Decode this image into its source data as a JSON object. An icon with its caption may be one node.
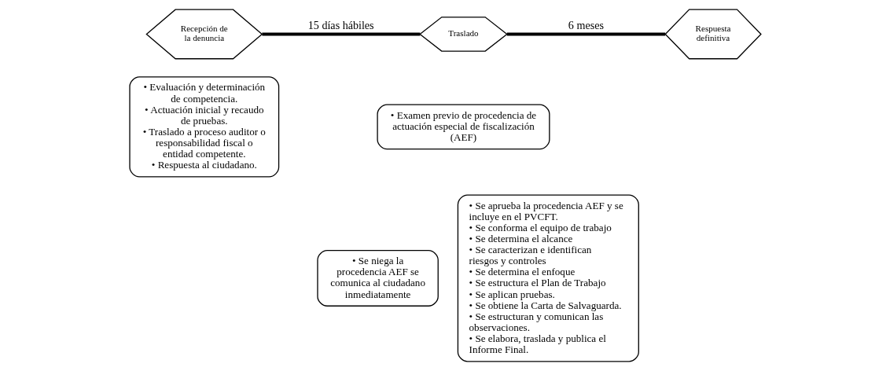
{
  "diagram": {
    "nodes": [
      {
        "text": [
          "Recepción de la denuncia"
        ]
      },
      {
        "text": [
          "Traslado"
        ]
      },
      {
        "text": [
          "Respuesta definitiva"
        ]
      },
      {
        "text": [
          "• Evaluación y determinación de competencia.",
          "• Actuación inicial y recaudo de pruebas.",
          "• Traslado a proceso auditor o responsabilidad fiscal o entidad competente.",
          "• Respuesta al ciudadano."
        ]
      },
      {
        "text": [
          "• Examen previo de procedencia de actuación especial de fiscalización (AEF)"
        ]
      },
      {
        "text": [
          "• Se niega la procedencia AEF se comunica al ciudadano inmediatamente"
        ]
      },
      {
        "text": [
          "• Se aprueba la procedencia AEF y se incluye en el PVCFT.",
          "• Se conforma el equipo de trabajo",
          "• Se determina el alcance",
          "• Se caracterizan e identifican riesgos y controles",
          "• Se determina el enfoque",
          "• Se estructura el Plan de Trabajo",
          "• Se aplican pruebas.",
          "• Se obtiene la Carta de Salvaguarda.",
          "• Se estructuran y comunican las observaciones.",
          "• Se elabora, traslada y publica el Informe Final."
        ]
      }
    ],
    "edges": [
      {
        "from": 0,
        "to": 1,
        "arrow": "none",
        "label": "15 días hábiles"
      },
      {
        "from": 1,
        "to": 2,
        "arrow": "none",
        "label": "6 meses"
      }
    ]
  }
}
